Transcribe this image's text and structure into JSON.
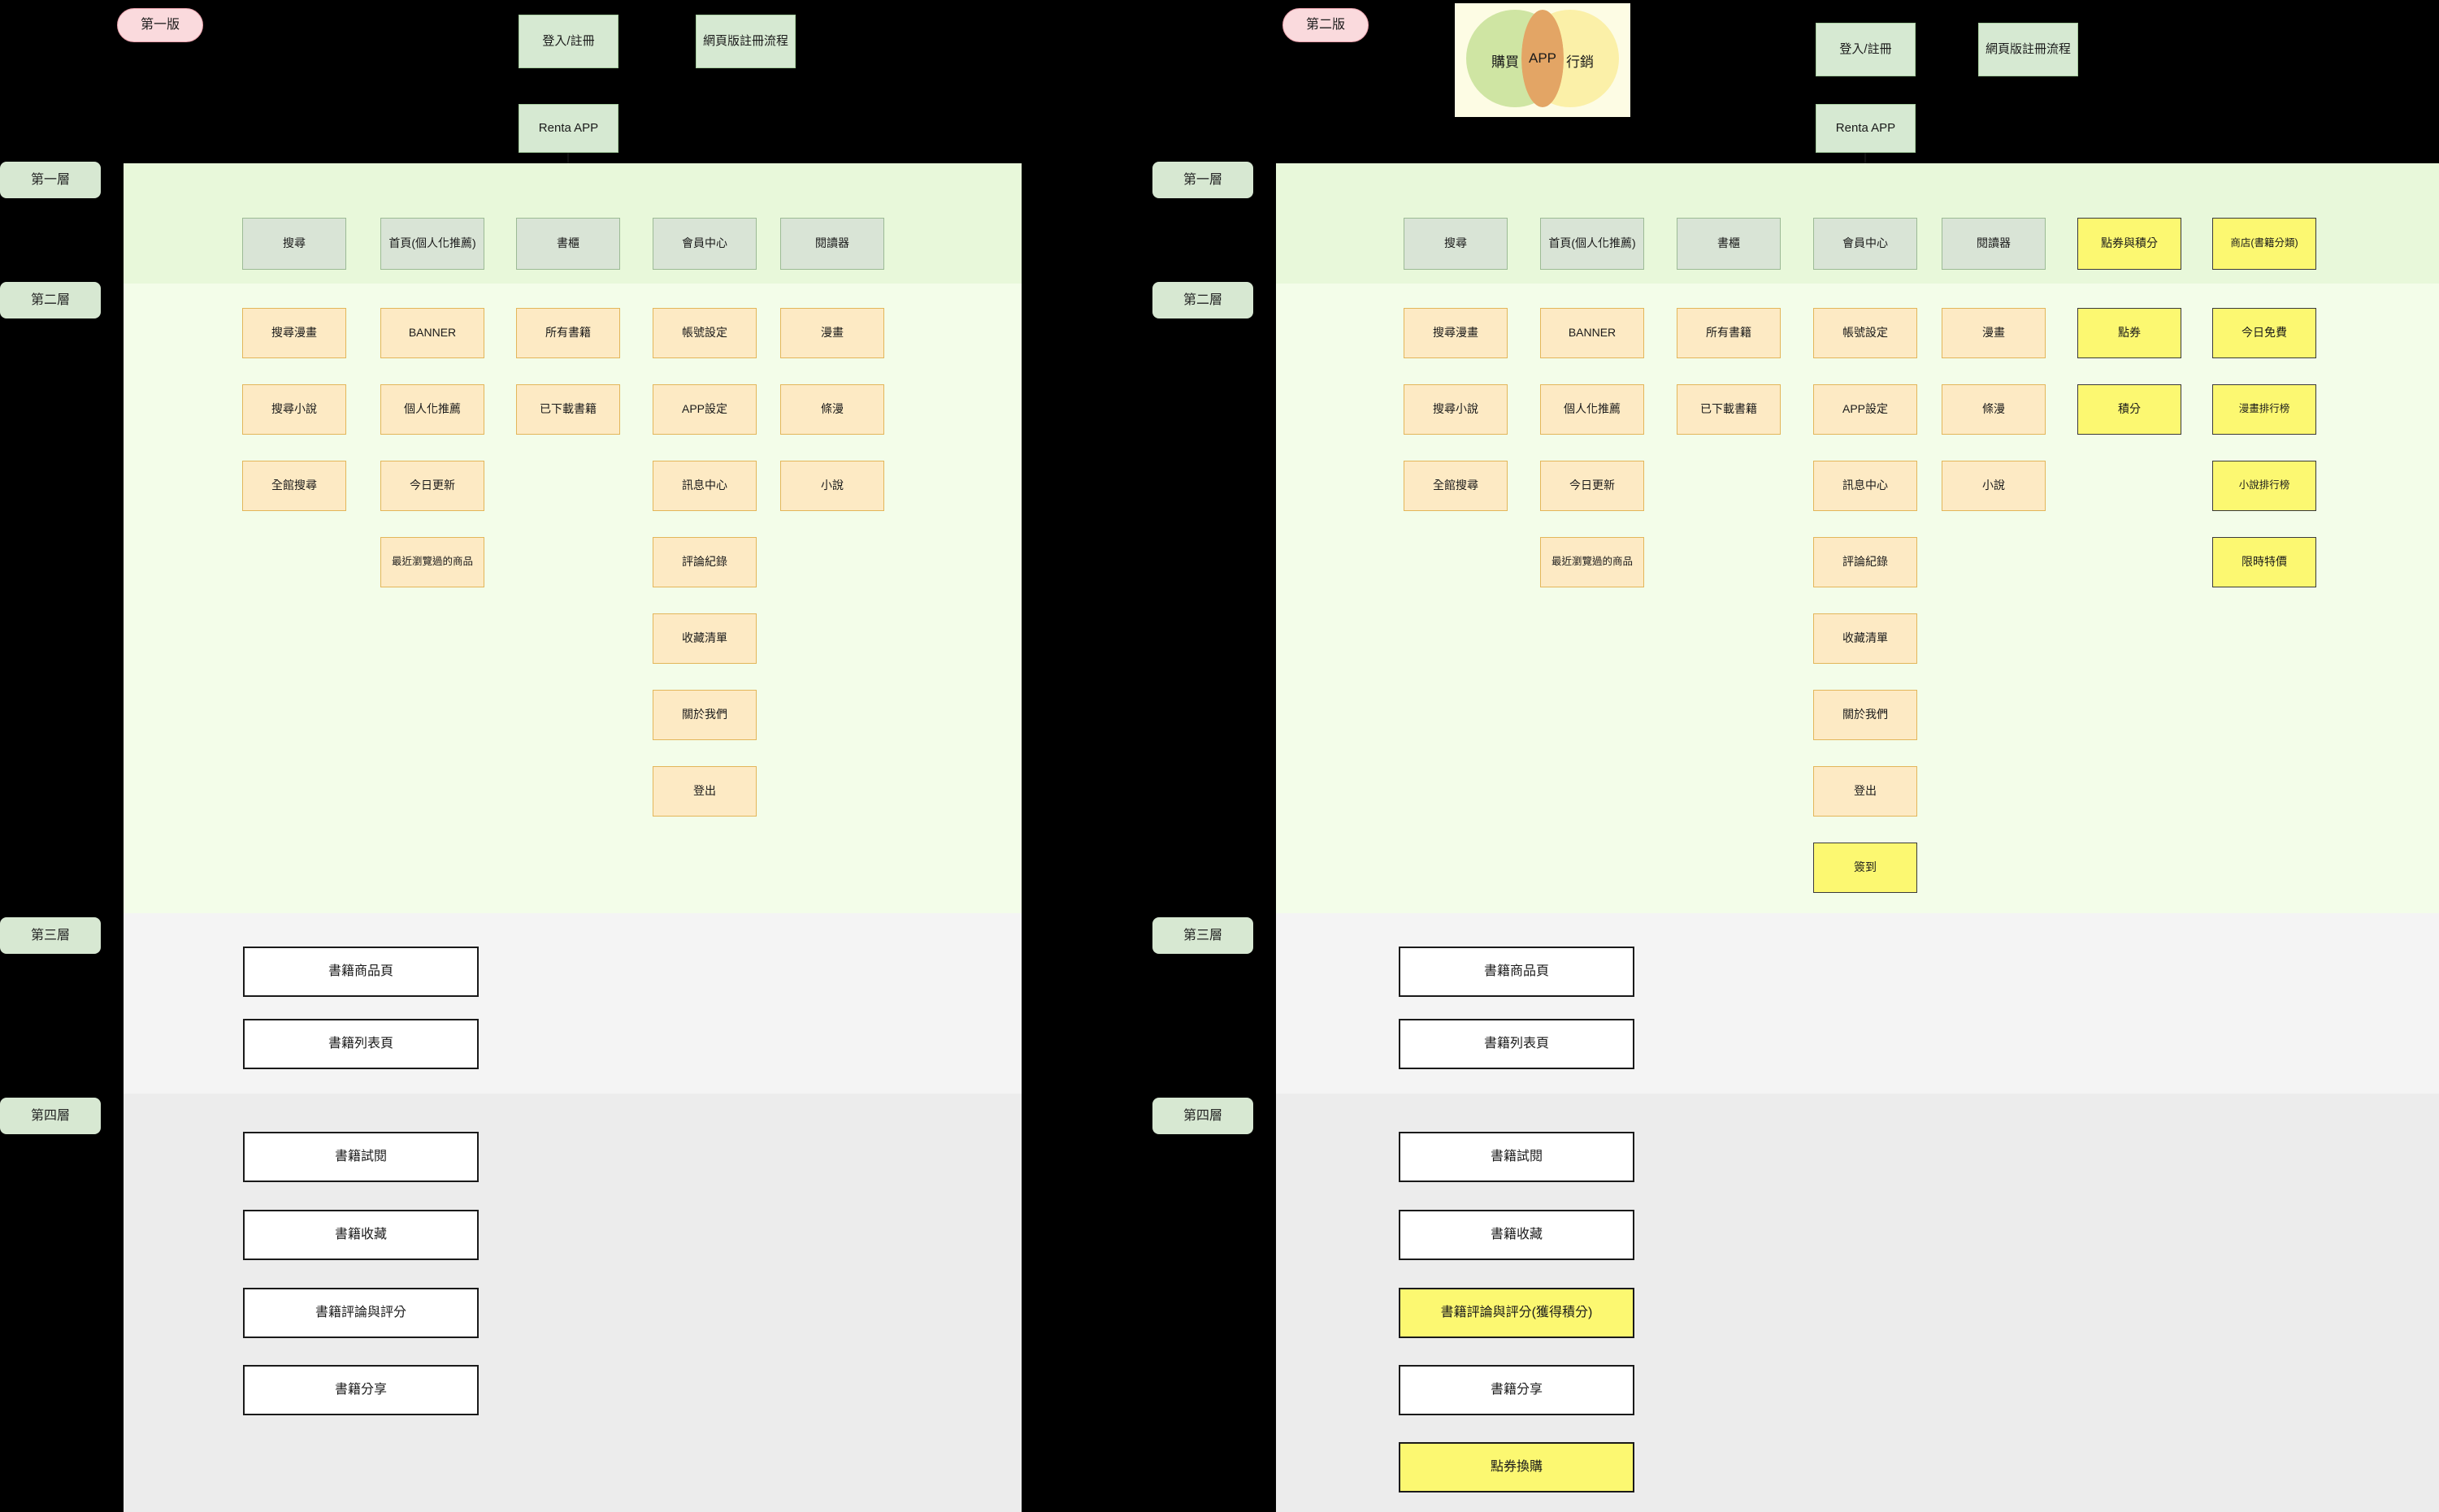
{
  "versions": {
    "v1_badge": "第一版",
    "v2_badge": "第二版"
  },
  "layer_tags": {
    "l1": "第一層",
    "l2": "第二層",
    "l3": "第三層",
    "l4": "第四層"
  },
  "venn": {
    "left_label": "購買",
    "center_label": "APP",
    "right_label": "行銷",
    "left_color": "#cfe5a3",
    "center_color": "#e3a565",
    "right_color": "#fbf0a8",
    "bg_color": "#fdfce4"
  },
  "palette": {
    "badge_pink": "#fadadd",
    "layer_tag_green": "#d7e8d2",
    "top_box_green": "#d6e9d2",
    "level1_box_green": "#d9e4d6",
    "level2_box_peach": "#fdeac4",
    "highlight_yellow": "#fcf871",
    "band_level1": "#e8f8da",
    "band_level2": "#f3fde9",
    "band_level3": "#f4f4f4",
    "band_level4": "#ececec",
    "canvas_black": "#000000"
  },
  "v1": {
    "top": {
      "login": "登入/註冊",
      "web_register_flow": "網頁版註冊流程",
      "root": "Renta APP"
    },
    "level1": [
      {
        "label": "搜尋",
        "highlight": false
      },
      {
        "label": "首頁(個人化推薦)",
        "highlight": false
      },
      {
        "label": "書櫃",
        "highlight": false
      },
      {
        "label": "會員中心",
        "highlight": false
      },
      {
        "label": "閱讀器",
        "highlight": false
      }
    ],
    "level2_columns": [
      {
        "parent": "搜尋",
        "items": [
          {
            "label": "搜尋漫畫",
            "highlight": false
          },
          {
            "label": "搜尋小說",
            "highlight": false
          },
          {
            "label": "全館搜尋",
            "highlight": false
          }
        ]
      },
      {
        "parent": "首頁(個人化推薦)",
        "items": [
          {
            "label": "BANNER",
            "highlight": false
          },
          {
            "label": "個人化推薦",
            "highlight": false
          },
          {
            "label": "今日更新",
            "highlight": false
          },
          {
            "label": "最近瀏覽過的商品",
            "highlight": false
          }
        ]
      },
      {
        "parent": "書櫃",
        "items": [
          {
            "label": "所有書籍",
            "highlight": false
          },
          {
            "label": "已下載書籍",
            "highlight": false
          }
        ]
      },
      {
        "parent": "會員中心",
        "items": [
          {
            "label": "帳號設定",
            "highlight": false
          },
          {
            "label": "APP設定",
            "highlight": false
          },
          {
            "label": "訊息中心",
            "highlight": false
          },
          {
            "label": "評論紀錄",
            "highlight": false
          },
          {
            "label": "收藏清單",
            "highlight": false
          },
          {
            "label": "關於我們",
            "highlight": false
          },
          {
            "label": "登出",
            "highlight": false
          }
        ]
      },
      {
        "parent": "閱讀器",
        "items": [
          {
            "label": "漫畫",
            "highlight": false
          },
          {
            "label": "條漫",
            "highlight": false
          },
          {
            "label": "小說",
            "highlight": false
          }
        ]
      }
    ],
    "level3": [
      {
        "label": "書籍商品頁",
        "highlight": false
      },
      {
        "label": "書籍列表頁",
        "highlight": false
      }
    ],
    "level4": [
      {
        "label": "書籍試閱",
        "highlight": false
      },
      {
        "label": "書籍收藏",
        "highlight": false
      },
      {
        "label": "書籍評論與評分",
        "highlight": false
      },
      {
        "label": "書籍分享",
        "highlight": false
      }
    ]
  },
  "v2": {
    "top": {
      "login": "登入/註冊",
      "web_register_flow": "網頁版註冊流程",
      "root": "Renta APP"
    },
    "level1": [
      {
        "label": "搜尋",
        "highlight": false
      },
      {
        "label": "首頁(個人化推薦)",
        "highlight": false
      },
      {
        "label": "書櫃",
        "highlight": false
      },
      {
        "label": "會員中心",
        "highlight": false
      },
      {
        "label": "閱讀器",
        "highlight": false
      },
      {
        "label": "點券與積分",
        "highlight": true
      },
      {
        "label": "商店(書籍分類)",
        "highlight": true
      }
    ],
    "level2_columns": [
      {
        "parent": "搜尋",
        "items": [
          {
            "label": "搜尋漫畫",
            "highlight": false
          },
          {
            "label": "搜尋小說",
            "highlight": false
          },
          {
            "label": "全館搜尋",
            "highlight": false
          }
        ]
      },
      {
        "parent": "首頁(個人化推薦)",
        "items": [
          {
            "label": "BANNER",
            "highlight": false
          },
          {
            "label": "個人化推薦",
            "highlight": false
          },
          {
            "label": "今日更新",
            "highlight": false
          },
          {
            "label": "最近瀏覽過的商品",
            "highlight": false
          }
        ]
      },
      {
        "parent": "書櫃",
        "items": [
          {
            "label": "所有書籍",
            "highlight": false
          },
          {
            "label": "已下載書籍",
            "highlight": false
          }
        ]
      },
      {
        "parent": "會員中心",
        "items": [
          {
            "label": "帳號設定",
            "highlight": false
          },
          {
            "label": "APP設定",
            "highlight": false
          },
          {
            "label": "訊息中心",
            "highlight": false
          },
          {
            "label": "評論紀錄",
            "highlight": false
          },
          {
            "label": "收藏清單",
            "highlight": false
          },
          {
            "label": "關於我們",
            "highlight": false
          },
          {
            "label": "登出",
            "highlight": false
          },
          {
            "label": "簽到",
            "highlight": true
          }
        ]
      },
      {
        "parent": "閱讀器",
        "items": [
          {
            "label": "漫畫",
            "highlight": false
          },
          {
            "label": "條漫",
            "highlight": false
          },
          {
            "label": "小說",
            "highlight": false
          }
        ]
      },
      {
        "parent": "點券與積分",
        "items": [
          {
            "label": "點券",
            "highlight": true
          },
          {
            "label": "積分",
            "highlight": true
          }
        ]
      },
      {
        "parent": "商店(書籍分類)",
        "items": [
          {
            "label": "今日免費",
            "highlight": true
          },
          {
            "label": "漫畫排行榜",
            "highlight": true
          },
          {
            "label": "小說排行榜",
            "highlight": true
          },
          {
            "label": "限時特價",
            "highlight": true
          }
        ]
      }
    ],
    "level3": [
      {
        "label": "書籍商品頁",
        "highlight": false
      },
      {
        "label": "書籍列表頁",
        "highlight": false
      }
    ],
    "level4": [
      {
        "label": "書籍試閱",
        "highlight": false
      },
      {
        "label": "書籍收藏",
        "highlight": false
      },
      {
        "label": "書籍評論與評分(獲得積分)",
        "highlight": true
      },
      {
        "label": "書籍分享",
        "highlight": false
      },
      {
        "label": "點券換購",
        "highlight": true
      }
    ]
  }
}
